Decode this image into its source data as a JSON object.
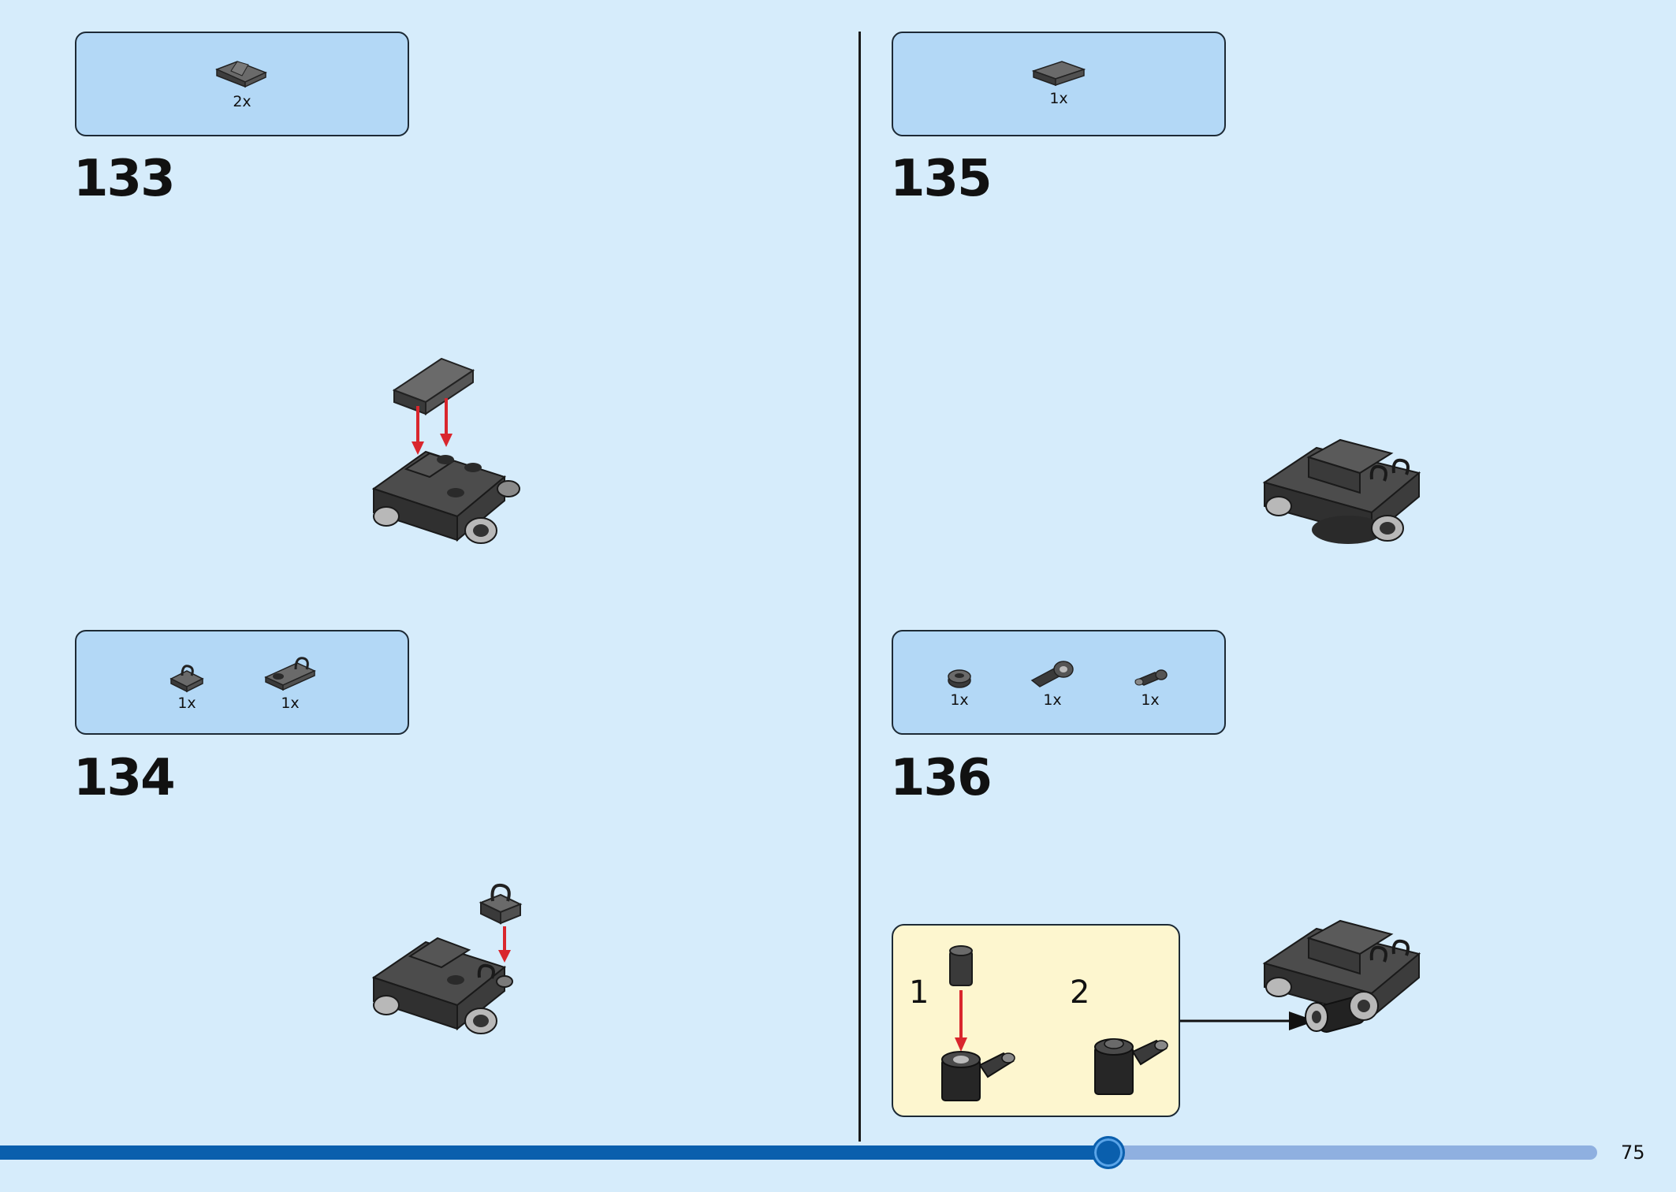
{
  "steps": [
    {
      "number": "133",
      "parts": [
        {
          "qty": "2x",
          "part": "slope-brick-icon"
        }
      ]
    },
    {
      "number": "134",
      "parts": [
        {
          "qty": "1x",
          "part": "clip-plate-icon"
        },
        {
          "qty": "1x",
          "part": "clip-plate-long-icon"
        }
      ]
    },
    {
      "number": "135",
      "parts": [
        {
          "qty": "1x",
          "part": "tile-plate-icon"
        }
      ]
    },
    {
      "number": "136",
      "parts": [
        {
          "qty": "1x",
          "part": "round-stud-icon"
        },
        {
          "qty": "1x",
          "part": "technic-connector-icon"
        },
        {
          "qty": "1x",
          "part": "pin-icon"
        }
      ]
    }
  ],
  "substeps": {
    "first": "1",
    "second": "2"
  },
  "page_number": "75",
  "progress": {
    "fraction": 0.694
  },
  "colors": {
    "background": "#d6ecfb",
    "parts_box": "#b3d8f6",
    "substep_box": "#fdf6cf",
    "progress_fill": "#0a5fad",
    "progress_track": "#8fb0e0",
    "arrow_red": "#d9262d",
    "brick_dark": "#4a4a4a"
  }
}
